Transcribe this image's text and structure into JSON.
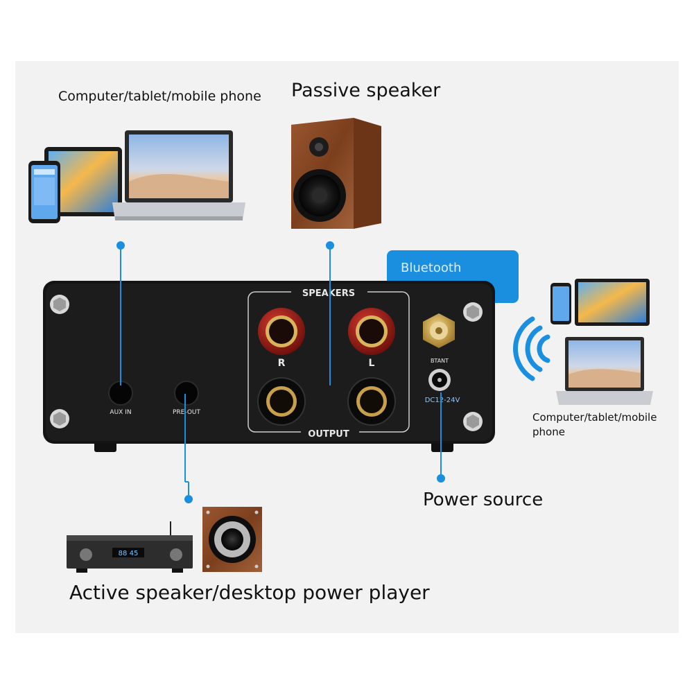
{
  "labels": {
    "computer_top": "Computer/tablet/mobile phone",
    "passive_speaker": "Passive speaker",
    "bluetooth_receiver": "Bluetooth receiver",
    "computer_right": "Computer/tablet/mobile phone",
    "power_source": "Power source",
    "active_speaker": "Active speaker/desktop power player"
  },
  "panel": {
    "speakers": "SPEAKERS",
    "output": "OUTPUT",
    "right": "R",
    "left": "L",
    "aux_in": "AUX IN",
    "pre_out": "PRE-OUT",
    "bt_ant": "BTANT",
    "dc": "DC12-24V"
  },
  "receiver_display": "88 45",
  "colors": {
    "accent_blue": "#1a8fe0",
    "panel_black": "#141414",
    "wood": "#8a4a26"
  }
}
